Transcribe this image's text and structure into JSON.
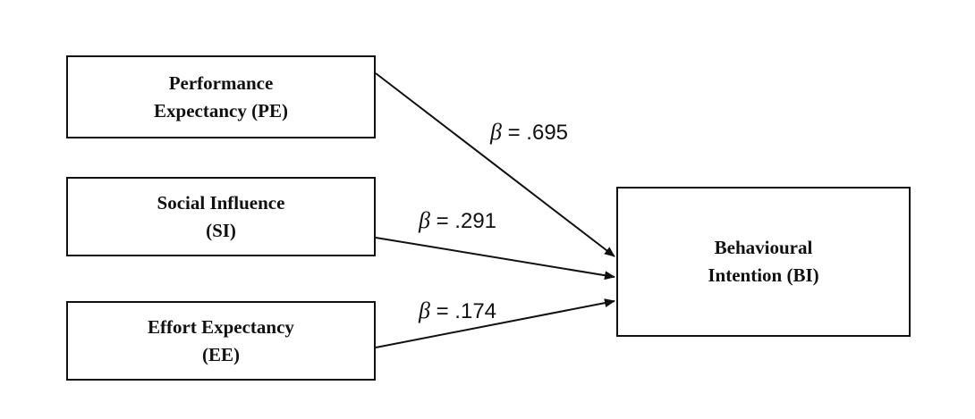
{
  "diagram": {
    "nodes": {
      "pe": {
        "lines": [
          "Performance",
          "Expectancy (PE)"
        ]
      },
      "si": {
        "lines": [
          "Social Influence",
          "(SI)"
        ]
      },
      "ee": {
        "lines": [
          "Effort Expectancy",
          "(EE)"
        ]
      },
      "bi": {
        "lines": [
          "Behavioural",
          "Intention (BI)"
        ]
      }
    },
    "edges": [
      {
        "from": "pe",
        "to": "bi",
        "symbol": "β",
        "value": "= .695"
      },
      {
        "from": "si",
        "to": "bi",
        "symbol": "β",
        "value": "= .291"
      },
      {
        "from": "ee",
        "to": "bi",
        "symbol": "β",
        "value": "= .174"
      }
    ],
    "colors": {
      "line": "#111111",
      "background": "#ffffff"
    }
  }
}
